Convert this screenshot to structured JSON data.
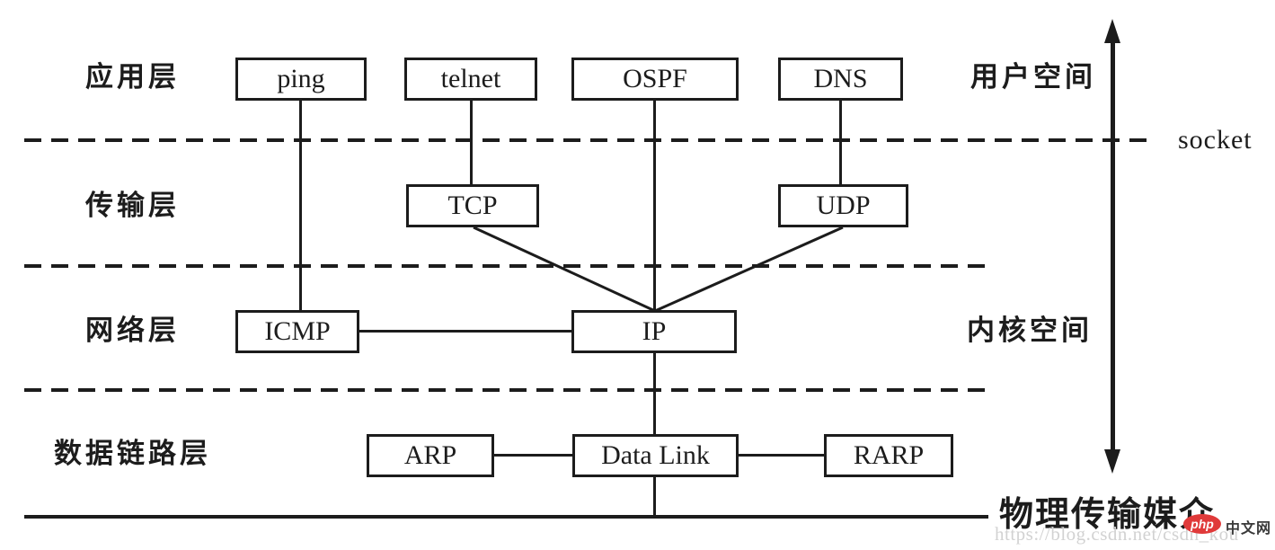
{
  "layers": {
    "application": "应用层",
    "transport": "传输层",
    "network": "网络层",
    "datalink": "数据链路层"
  },
  "sides": {
    "user_space": "用户空间",
    "socket": "socket",
    "kernel_space": "内核空间",
    "physical_medium": "物理传输媒介"
  },
  "boxes": {
    "ping": "ping",
    "telnet": "telnet",
    "ospf": "OSPF",
    "dns": "DNS",
    "tcp": "TCP",
    "udp": "UDP",
    "icmp": "ICMP",
    "ip": "IP",
    "arp": "ARP",
    "datalink": "Data Link",
    "rarp": "RARP"
  },
  "watermark": {
    "url": "https://blog.csdn.net/csdn_kou",
    "logo": "php",
    "site": "中文网"
  },
  "colors": {
    "line": "#1c1c1c",
    "background": "#ffffff",
    "logo_red": "#e03a3a",
    "watermark_gray": "#d2d2d2"
  }
}
